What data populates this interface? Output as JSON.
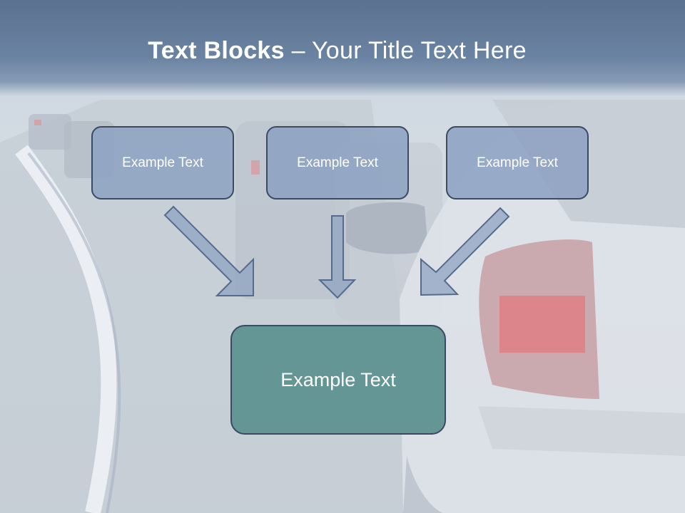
{
  "title": {
    "bold": "Text Blocks",
    "rest": " – Your Title Text Here"
  },
  "boxes": [
    {
      "label": "Example Text"
    },
    {
      "label": "Example Text"
    },
    {
      "label": "Example Text"
    }
  ],
  "target": {
    "label": "Example Text"
  },
  "colors": {
    "title_band": "#5b7190",
    "box_fill": "#8da2c2",
    "box_border": "#3b4a63",
    "target_fill": "#649695",
    "arrow_fill": "#8fa3c2"
  }
}
